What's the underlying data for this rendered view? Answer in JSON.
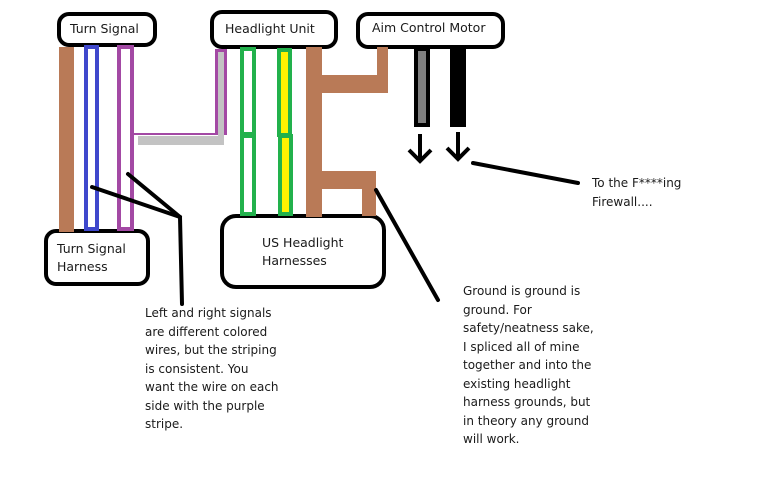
{
  "boxes": {
    "turn_signal": "Turn Signal",
    "headlight_unit": "Headlight Unit",
    "aim_control_motor": "Aim Control Motor",
    "turn_signal_harness": "Turn Signal\nHarness",
    "us_headlight_harnesses": "US Headlight\nHarnesses"
  },
  "notes": {
    "firewall": "To the F****ing\nFirewall....",
    "signals": "Left and right signals\nare different colored\nwires, but the striping\nis consistent. You\nwant the wire on each\nside with the purple\nstripe.",
    "ground": "Ground is ground is\nground. For\nsafety/neatness sake,\nI spliced all of mine\ntogether and into the\nexisting headlight\nharness grounds, but\nin theory any ground\nwill work."
  },
  "colors": {
    "brown_ground": "#b97a57",
    "blue_stripe": "#3f48cc",
    "purple_stripe": "#a349a4",
    "gray_fill": "#c3c3c3",
    "green_stripe": "#22b14c",
    "yellow_fill": "#fff200",
    "dark_gray": "#7f7f7f",
    "black": "#000000"
  }
}
